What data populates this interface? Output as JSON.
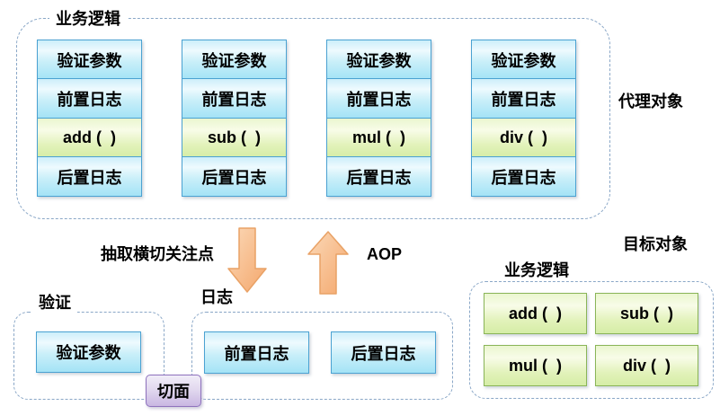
{
  "proxy": {
    "section_label": "业务逻辑",
    "side_label": "代理对象",
    "columns": [
      {
        "rows": [
          "验证参数",
          "前置日志",
          "add (  )",
          "后置日志"
        ]
      },
      {
        "rows": [
          "验证参数",
          "前置日志",
          "sub (  )",
          "后置日志"
        ]
      },
      {
        "rows": [
          "验证参数",
          "前置日志",
          "mul (  )",
          "后置日志"
        ]
      },
      {
        "rows": [
          "验证参数",
          "前置日志",
          "div (  )",
          "后置日志"
        ]
      }
    ]
  },
  "middle": {
    "extract_label": "抽取横切关注点",
    "aop_label": "AOP"
  },
  "validation": {
    "section_label": "验证",
    "items": [
      "验证参数"
    ]
  },
  "logging": {
    "section_label": "日志",
    "items": [
      "前置日志",
      "后置日志"
    ]
  },
  "aspect": {
    "label": "切面"
  },
  "target": {
    "title": "目标对象",
    "section_label": "业务逻辑",
    "methods": [
      "add (  )",
      "sub (  )",
      "mul (  )",
      "div (  )"
    ]
  },
  "icons": {
    "down_arrow": "down-arrow-icon",
    "up_arrow": "up-arrow-icon"
  },
  "colors": {
    "dashed_border": "#8aa7c7",
    "blue_cell_border": "#4ba2d2",
    "blue_cell_fill_bottom": "#a4e3f6",
    "green_cell_border": "#8ab558",
    "green_cell_fill_bottom": "#d5eda6",
    "aspect_border": "#8e72bd",
    "aspect_fill_bottom": "#c9b7e2",
    "arrow_fill_light": "#fbd9b8",
    "arrow_fill_dark": "#f4a76c",
    "arrow_stroke": "#e9a266"
  }
}
